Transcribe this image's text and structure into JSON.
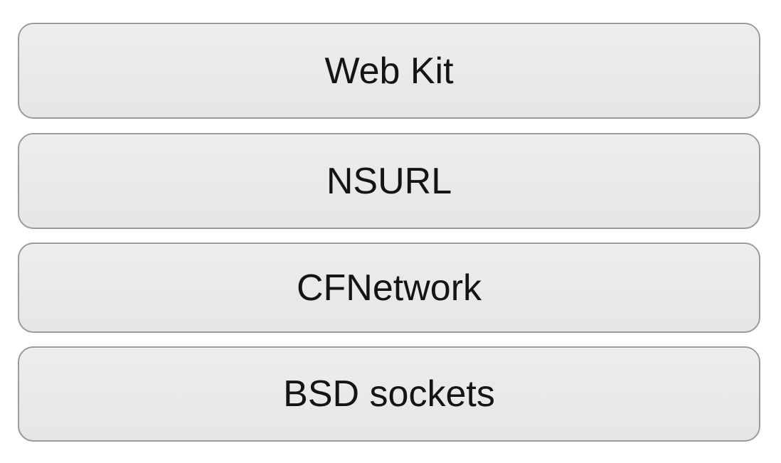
{
  "layers": [
    {
      "label": "Web Kit"
    },
    {
      "label": "NSURL"
    },
    {
      "label": "CFNetwork"
    },
    {
      "label": "BSD sockets"
    }
  ],
  "colors": {
    "layer_fill": "#e9e9e9",
    "layer_border": "#9a9a9a",
    "text": "#141414",
    "background": "#ffffff"
  }
}
